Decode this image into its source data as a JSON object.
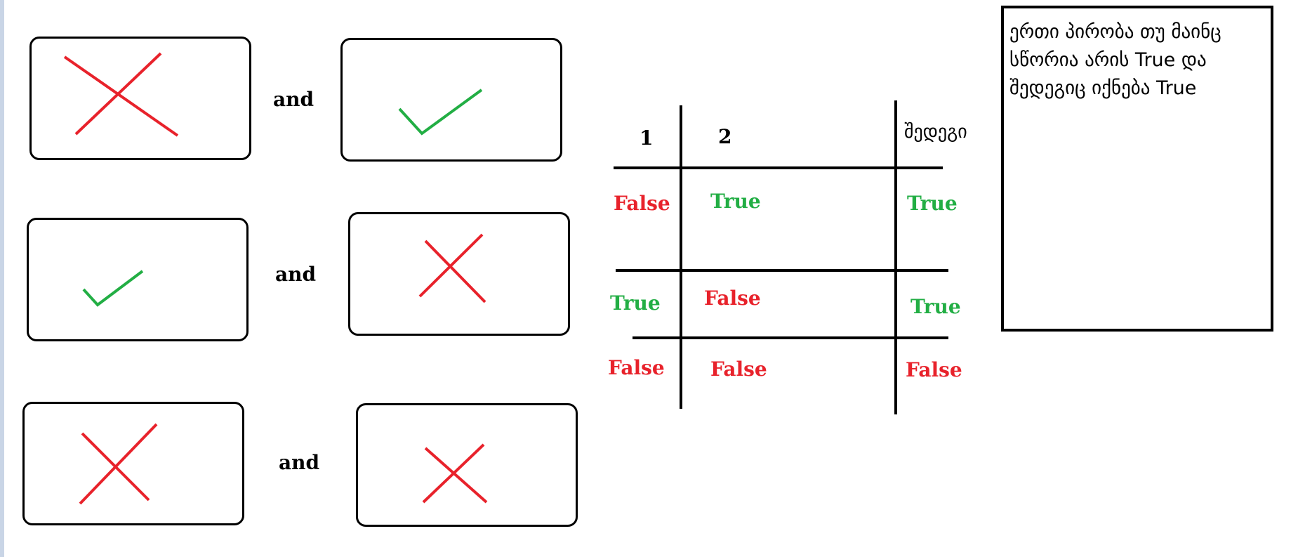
{
  "colors": {
    "false": "#e8222b",
    "true": "#22ae44",
    "ink": "#000000"
  },
  "rows": [
    {
      "left_icon": "cross-icon",
      "operator": "and",
      "right_icon": "check-icon"
    },
    {
      "left_icon": "check-icon",
      "operator": "and",
      "right_icon": "cross-icon"
    },
    {
      "left_icon": "cross-icon",
      "operator": "and",
      "right_icon": "cross-icon"
    }
  ],
  "table": {
    "headers": [
      "1",
      "2",
      "შედეგი"
    ],
    "rows": [
      [
        "False",
        "True",
        "True"
      ],
      [
        "True",
        "False",
        "True"
      ],
      [
        "False",
        "False",
        "False"
      ]
    ]
  },
  "note": {
    "text": "ერთი პირობა თუ მაინც სწორია არის True და შედეგიც იქნება True"
  }
}
